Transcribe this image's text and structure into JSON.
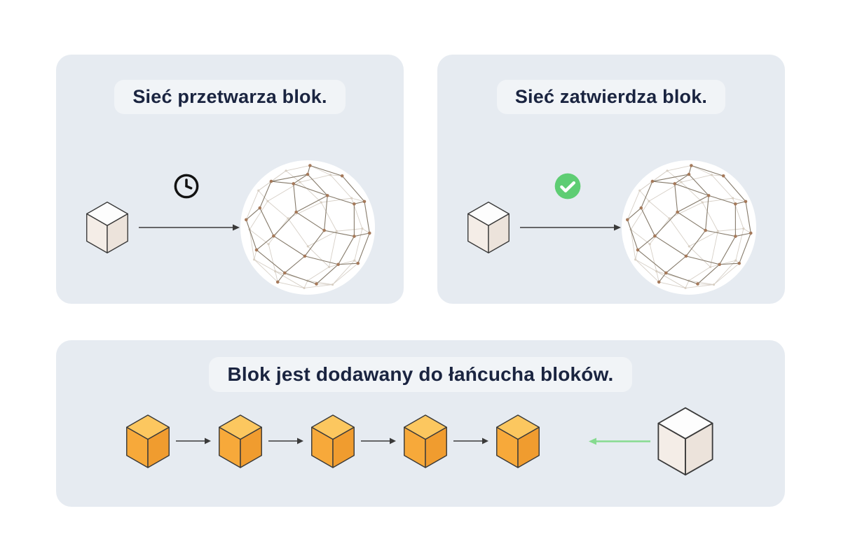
{
  "panels": {
    "process": {
      "title": "Sieć przetwarza blok."
    },
    "validate": {
      "title": "Sieć zatwierdza blok."
    },
    "chain": {
      "title": "Blok jest dodawany do łańcucha bloków."
    }
  },
  "icons": {
    "clock": "clock-icon",
    "check": "check-circle-icon",
    "sphere": "network-sphere-icon",
    "white_block": "white-block-cube-icon",
    "orange_block": "orange-block-cube-icon",
    "arrow": "arrow-right-icon",
    "green_arrow": "green-arrow-left-icon"
  },
  "colors": {
    "panel_bg": "#e6ebf1",
    "title_text": "#1a2440",
    "cube_white_top": "#fdfdfd",
    "cube_white_left": "#f4ede7",
    "cube_white_right": "#ece3db",
    "cube_orange_top": "#fcc75f",
    "cube_orange_left": "#f7a93a",
    "cube_orange_right": "#f09c2f",
    "cube_outline": "#3a3a3a",
    "check_green": "#5ecd73",
    "arrow_dark": "#3a3a3a",
    "arrow_green": "#86db8f",
    "sphere_line_front": "#847969",
    "sphere_line_back": "#d6cfc6",
    "sphere_node_front": "#a5795a",
    "sphere_node_back": "#d8cfc3"
  }
}
